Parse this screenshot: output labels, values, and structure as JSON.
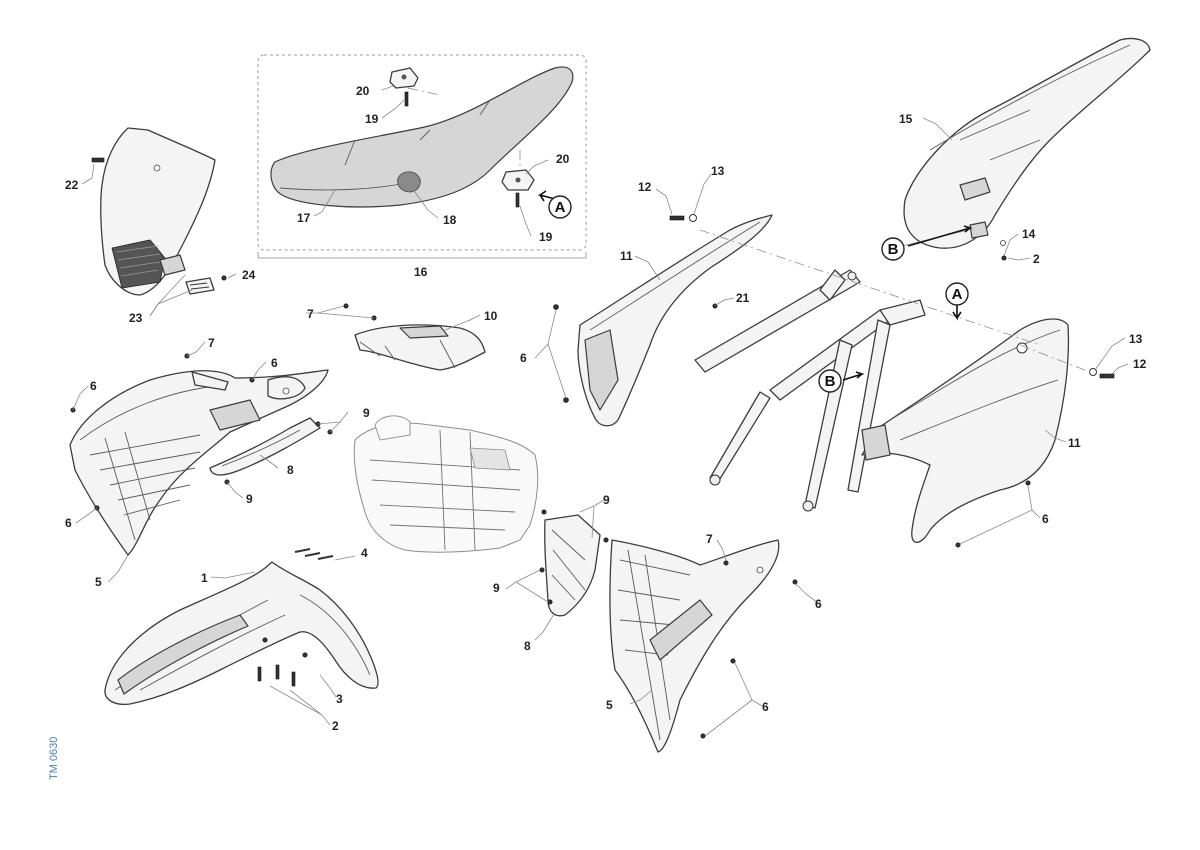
{
  "document_code": "TM 0630",
  "callouts": {
    "c1": "1",
    "c2a": "2",
    "c2b": "2",
    "c3": "3",
    "c4": "4",
    "c5a": "5",
    "c5b": "5",
    "c6a": "6",
    "c6b": "6",
    "c6c": "6",
    "c6d": "6",
    "c6e": "6",
    "c6f": "6",
    "c6g": "6",
    "c7a": "7",
    "c7b": "7",
    "c7c": "7",
    "c8a": "8",
    "c8b": "8",
    "c9a": "9",
    "c9b": "9",
    "c9c": "9",
    "c9d": "9",
    "c10": "10",
    "c11a": "11",
    "c11b": "11",
    "c12a": "12",
    "c12b": "12",
    "c13a": "13",
    "c13b": "13",
    "c14": "14",
    "c15": "15",
    "c16": "16",
    "c17": "17",
    "c18": "18",
    "c19a": "19",
    "c19b": "19",
    "c20a": "20",
    "c20b": "20",
    "c21": "21",
    "c22": "22",
    "c23": "23",
    "c24": "24"
  },
  "references": {
    "a_seat": "A",
    "a_frame": "A",
    "b_fender": "B",
    "b_frame": "B"
  }
}
